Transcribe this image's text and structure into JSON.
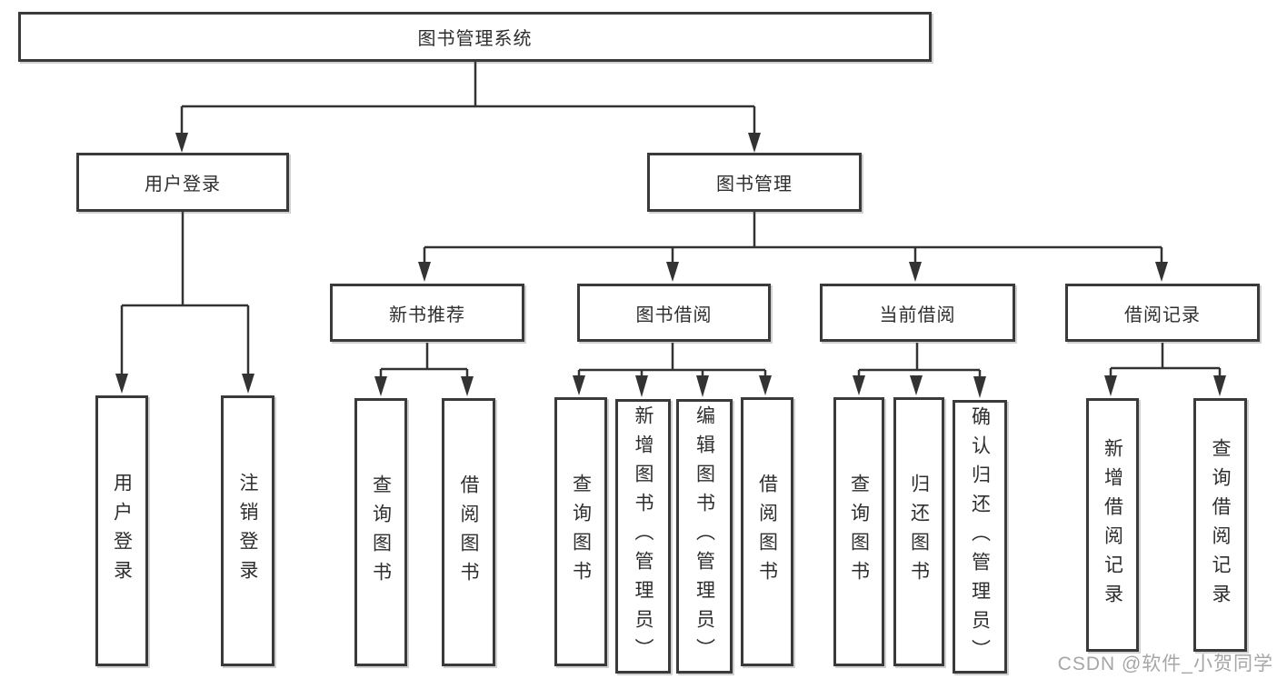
{
  "diagram": {
    "root": "图书管理系统",
    "level2": {
      "user_login": "用户登录",
      "book_mgmt": "图书管理"
    },
    "level3": {
      "new_books": "新书推荐",
      "book_borrow": "图书借阅",
      "current_borrow": "当前借阅",
      "borrow_records": "借阅记录"
    },
    "leaves": {
      "user_login": [
        "用户登录",
        "注销登录"
      ],
      "new_books": [
        "查询图书",
        "借阅图书"
      ],
      "book_borrow": [
        "查询图书",
        "新增图书（管理员）",
        "编辑图书（管理员）",
        "借阅图书"
      ],
      "current_borrow": [
        "查询图书",
        "归还图书",
        "确认归还（管理员）"
      ],
      "borrow_records": [
        "新增借阅记录",
        "查询借阅记录"
      ]
    }
  },
  "watermark": {
    "text": "CSDN @软件_小贺同学"
  },
  "colors": {
    "line": "#333333",
    "box_border": "#3a3a3a",
    "box_fill": "#ffffff",
    "text": "#2e2e2e",
    "watermark": "#969696"
  }
}
